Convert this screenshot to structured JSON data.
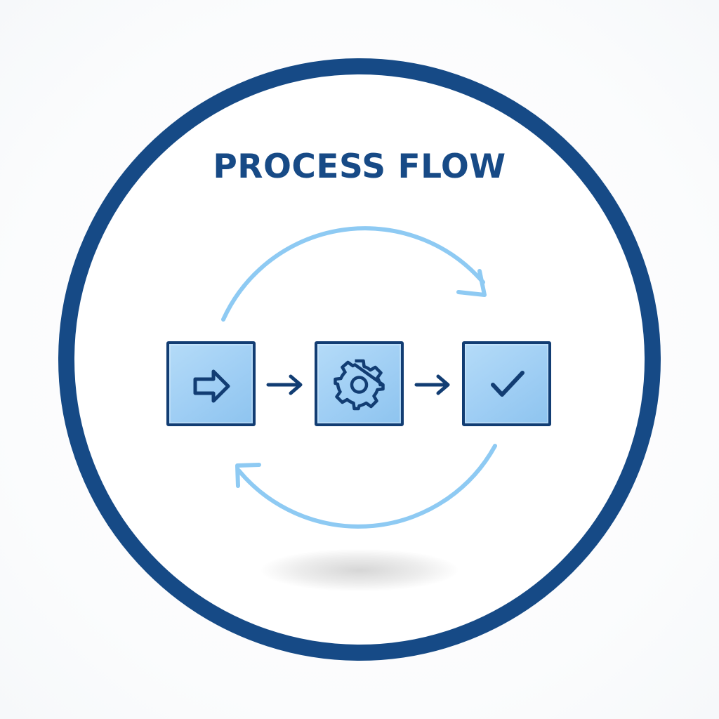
{
  "diagram": {
    "title": "PROCESS FLOW",
    "steps": [
      {
        "icon": "arrow-right-icon"
      },
      {
        "icon": "gear-icon"
      },
      {
        "icon": "checkmark-icon"
      }
    ],
    "connectors": [
      {
        "from": 1,
        "to": 2,
        "icon": "arrow-right-icon"
      },
      {
        "from": 2,
        "to": 3,
        "icon": "arrow-right-icon"
      }
    ],
    "cycle_arrows": [
      {
        "direction": "clockwise-top"
      },
      {
        "direction": "return-bottom"
      }
    ],
    "colors": {
      "ring": "#164a86",
      "title": "#174a86",
      "box_fill": "#a5d2f5",
      "box_border": "#123d73",
      "icon": "#123d73",
      "cycle_arrow": "#8ecaf3"
    }
  }
}
